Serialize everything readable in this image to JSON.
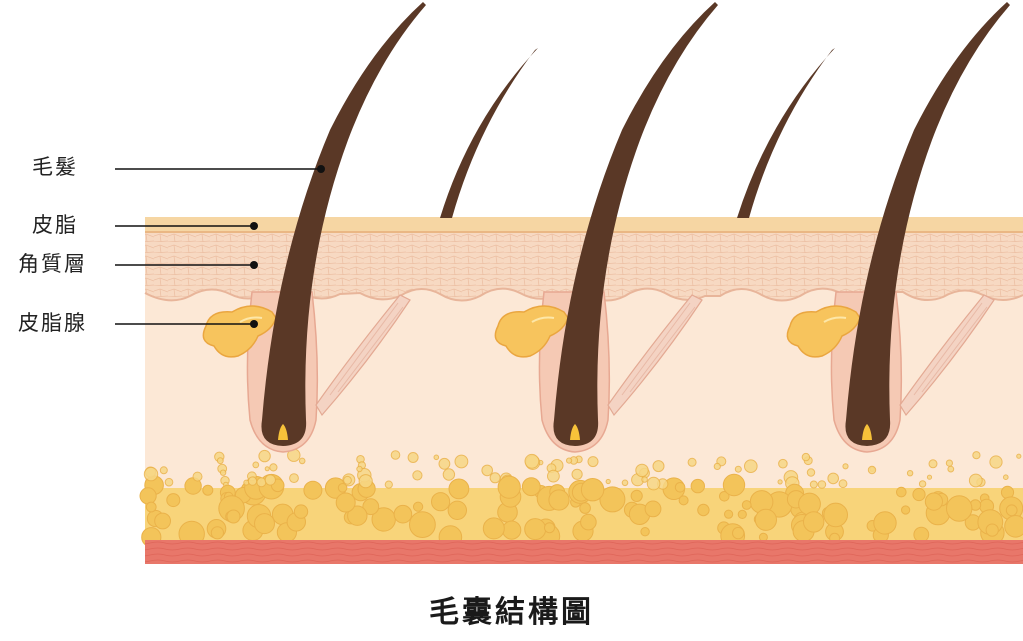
{
  "labels": {
    "hair": "毛髮",
    "sebum": "皮脂",
    "stratum_corneum": "角質層",
    "sebaceous_gland": "皮脂腺"
  },
  "title": "毛囊結構圖",
  "colors": {
    "hair": "#5a3826",
    "skin_surface": "#f6d9a6",
    "epidermis": "#f7dcc3",
    "dermis": "#fce8d6",
    "fat": "#f7d47c",
    "muscle": "#e8786a",
    "gland": "#f6c25a"
  }
}
